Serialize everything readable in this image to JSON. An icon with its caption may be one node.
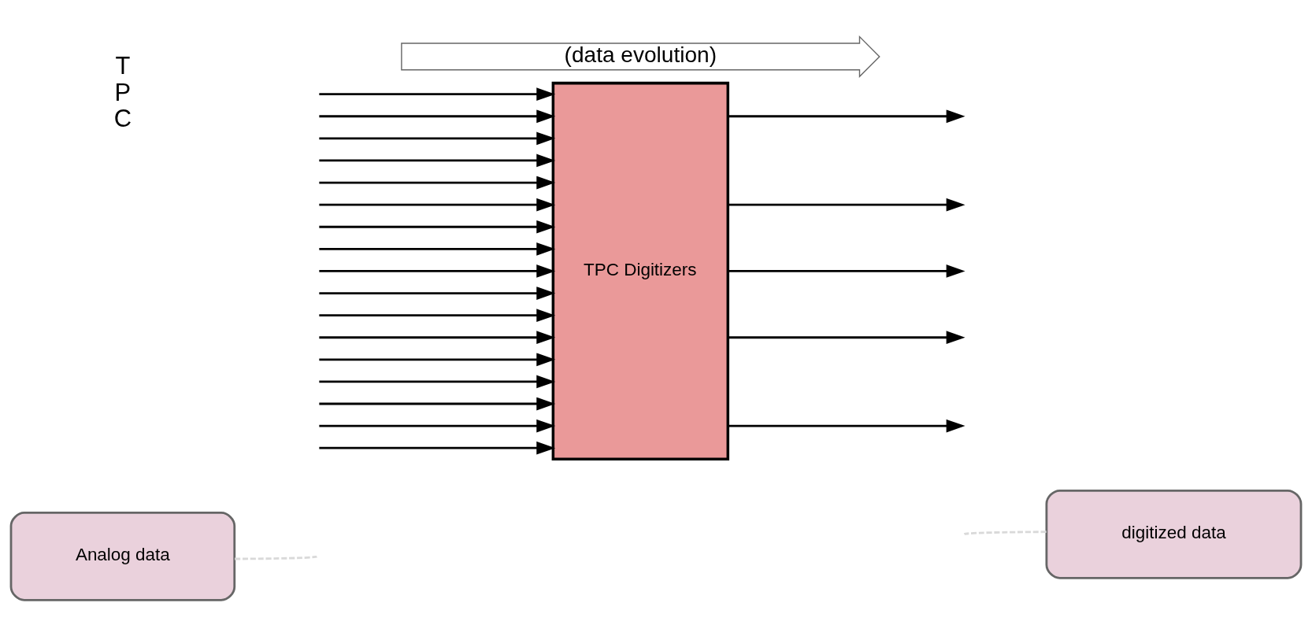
{
  "diagram": {
    "nodes": [
      {
        "text": [
          "TPC Digitizers"
        ]
      },
      {
        "text": [
          "Analog data"
        ]
      },
      {
        "text": [
          "digitized data"
        ]
      }
    ],
    "edges": [
      {
        "from": null,
        "to": 0,
        "arrow": "to"
      },
      {
        "from": null,
        "to": 0,
        "arrow": "to"
      },
      {
        "from": null,
        "to": 0,
        "arrow": "to"
      },
      {
        "from": null,
        "to": 0,
        "arrow": "to"
      },
      {
        "from": null,
        "to": 0,
        "arrow": "to"
      },
      {
        "from": null,
        "to": 0,
        "arrow": "to"
      },
      {
        "from": null,
        "to": 0,
        "arrow": "to"
      },
      {
        "from": null,
        "to": 0,
        "arrow": "to"
      },
      {
        "from": null,
        "to": 0,
        "arrow": "to"
      },
      {
        "from": null,
        "to": 0,
        "arrow": "to"
      },
      {
        "from": null,
        "to": 0,
        "arrow": "to"
      },
      {
        "from": null,
        "to": 0,
        "arrow": "to"
      },
      {
        "from": null,
        "to": 0,
        "arrow": "to"
      },
      {
        "from": null,
        "to": 0,
        "arrow": "to"
      },
      {
        "from": null,
        "to": 0,
        "arrow": "to"
      },
      {
        "from": null,
        "to": 0,
        "arrow": "to"
      },
      {
        "from": null,
        "to": 0,
        "arrow": "to"
      },
      {
        "from": 0,
        "to": null,
        "arrow": "to"
      },
      {
        "from": 0,
        "to": null,
        "arrow": "to"
      },
      {
        "from": 0,
        "to": null,
        "arrow": "to"
      },
      {
        "from": 0,
        "to": null,
        "arrow": "to"
      },
      {
        "from": 0,
        "to": null,
        "arrow": "to"
      },
      {
        "from": 1,
        "to": null,
        "arrow": "none",
        "style": "dashed",
        "color": "#d9d9d9"
      },
      {
        "from": 2,
        "to": null,
        "arrow": "none",
        "style": "dashed",
        "color": "#d9d9d9"
      }
    ],
    "labels": [
      "T P C",
      "(data evolution)"
    ]
  }
}
